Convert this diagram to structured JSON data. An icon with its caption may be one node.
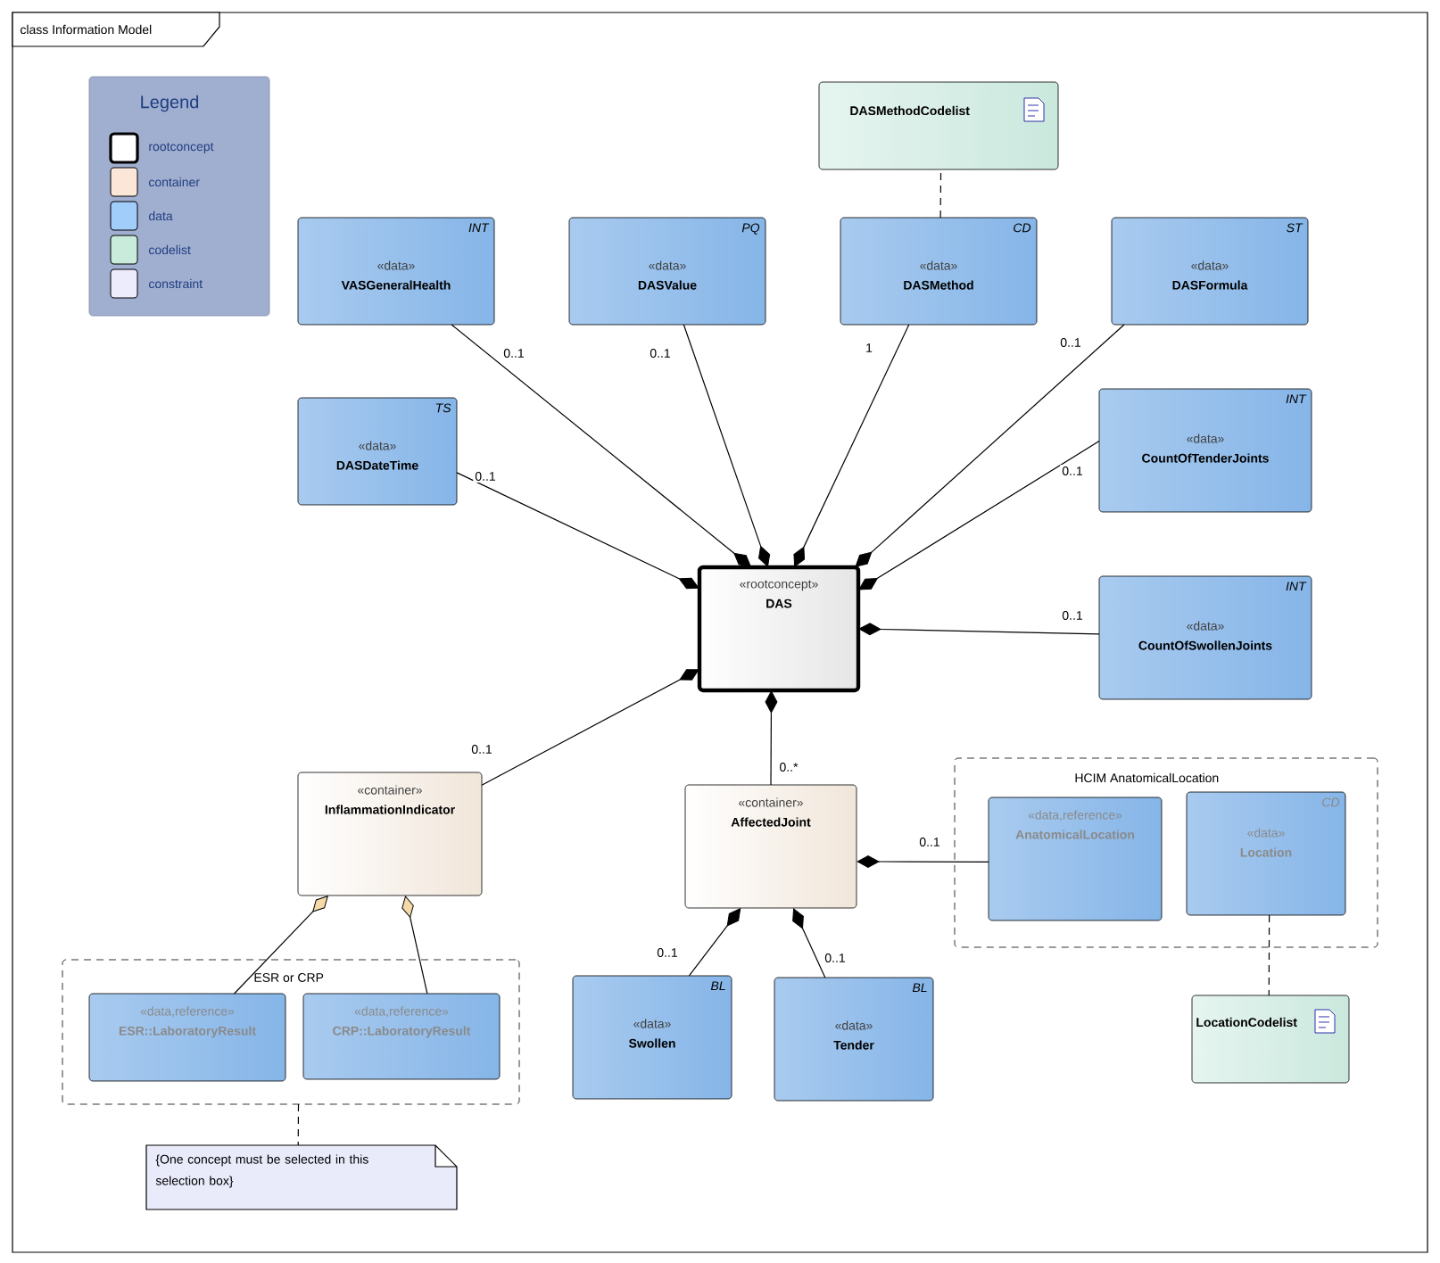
{
  "diagram": {
    "title": "class Information Model",
    "nodes": [
      {
        "text": [
          "DASMethodCodelist"
        ]
      },
      {
        "text": [
          "INT",
          "«data»",
          "VASGeneralHealth"
        ]
      },
      {
        "text": [
          "PQ",
          "«data»",
          "DASValue"
        ]
      },
      {
        "text": [
          "CD",
          "«data»",
          "DASMethod"
        ]
      },
      {
        "text": [
          "ST",
          "«data»",
          "DASFormula"
        ]
      },
      {
        "text": [
          "TS",
          "«data»",
          "DASDateTime"
        ]
      },
      {
        "text": [
          "INT",
          "«data»",
          "CountOfTenderJoints"
        ]
      },
      {
        "text": [
          "«rootconcept»",
          "DAS"
        ]
      },
      {
        "text": [
          "INT",
          "«data»",
          "CountOfSwollenJoints"
        ]
      },
      {
        "text": [
          "«container»",
          "InflammationIndicator"
        ]
      },
      {
        "text": [
          "«container»",
          "AffectedJoint"
        ]
      },
      {
        "text": [
          "HCIM AnatomicalLocation"
        ]
      },
      {
        "text": [
          "«data,reference»",
          "AnatomicalLocation"
        ],
        "in": 11
      },
      {
        "text": [
          "CD",
          "«data»",
          "Location"
        ],
        "in": 11
      },
      {
        "text": [
          "ESR or CRP"
        ]
      },
      {
        "text": [
          "«data,reference»",
          "ESR::LaboratoryResult"
        ],
        "in": 14
      },
      {
        "text": [
          "«data,reference»",
          "CRP::LaboratoryResult"
        ],
        "in": 14
      },
      {
        "text": [
          "BL",
          "«data»",
          "Swollen"
        ]
      },
      {
        "text": [
          "BL",
          "«data»",
          "Tender"
        ]
      },
      {
        "text": [
          "LocationCodelist"
        ]
      },
      {
        "text": [
          "{One concept must be selected in this selection box}"
        ]
      }
    ],
    "edges": [
      {
        "from": 7,
        "to": 1,
        "arrow": "other",
        "label": "0..1"
      },
      {
        "from": 7,
        "to": 2,
        "arrow": "other",
        "label": "0..1"
      },
      {
        "from": 7,
        "to": 3,
        "arrow": "other",
        "label": "1"
      },
      {
        "from": 7,
        "to": 4,
        "arrow": "other",
        "label": "0..1"
      },
      {
        "from": 7,
        "to": 5,
        "arrow": "other",
        "label": "0..1"
      },
      {
        "from": 7,
        "to": 6,
        "arrow": "other",
        "label": "0..1"
      },
      {
        "from": 7,
        "to": 8,
        "arrow": "other",
        "label": "0..1"
      },
      {
        "from": 7,
        "to": 9,
        "arrow": "other",
        "label": "0..1"
      },
      {
        "from": 7,
        "to": 10,
        "arrow": "other",
        "label": "0..*"
      },
      {
        "from": 10,
        "to": 12,
        "arrow": "other",
        "label": "0..1"
      },
      {
        "from": 10,
        "to": 17,
        "arrow": "other",
        "label": "0..1"
      },
      {
        "from": 10,
        "to": 18,
        "arrow": "other",
        "label": "0..1"
      },
      {
        "from": 9,
        "to": 15,
        "arrow": "other"
      },
      {
        "from": 9,
        "to": 16,
        "arrow": "other"
      },
      {
        "from": 3,
        "to": 0,
        "arrow": "none",
        "style": "dashed"
      },
      {
        "from": 13,
        "to": 19,
        "arrow": "none",
        "style": "dashed"
      },
      {
        "from": 14,
        "to": 20,
        "arrow": "none",
        "style": "dashed"
      }
    ],
    "labels": [
      "Legend"
    ],
    "legend": [
      {
        "text": "rootconcept",
        "color": "#ffffff"
      },
      {
        "text": "container",
        "color": "#fbe6d8"
      },
      {
        "text": "data",
        "color": "#a0cdf9"
      },
      {
        "text": "codelist",
        "color": "#c9ebdc"
      },
      {
        "text": "constraint",
        "color": "#ececfc"
      }
    ]
  }
}
